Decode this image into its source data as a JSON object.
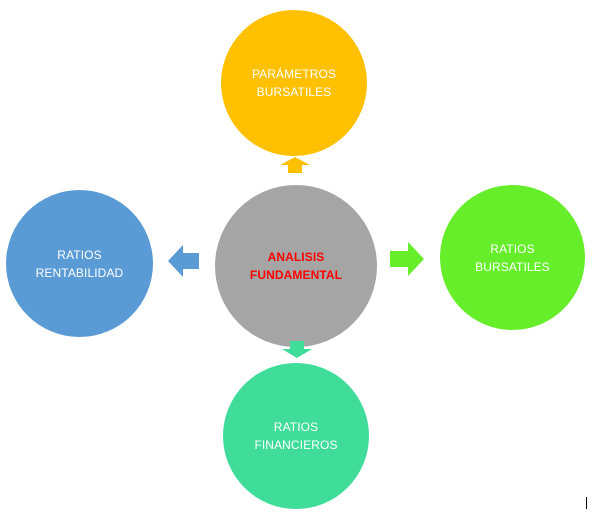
{
  "center": {
    "line1": "ANALISIS",
    "line2": "FUNDAMENTAL",
    "fill": "#A5A5A5",
    "text_color": "#FF0000"
  },
  "top": {
    "line1": "PARÁMETROS",
    "line2": "BURSATILES",
    "fill": "#FFC000",
    "arrow_color": "#FFC000"
  },
  "left": {
    "line1": "RATIOS",
    "line2": "RENTABILIDAD",
    "fill": "#5B9BD5",
    "arrow_color": "#5B9BD5"
  },
  "right": {
    "line1": "RATIOS",
    "line2": "BURSATILES",
    "fill": "#66EE2A",
    "arrow_color": "#66EE2A"
  },
  "bottom": {
    "line1": "RATIOS",
    "line2": "FINANCIEROS",
    "fill": "#3FDD99",
    "arrow_color": "#3FDD99"
  },
  "satellite_text_color": "#FFFFFF"
}
